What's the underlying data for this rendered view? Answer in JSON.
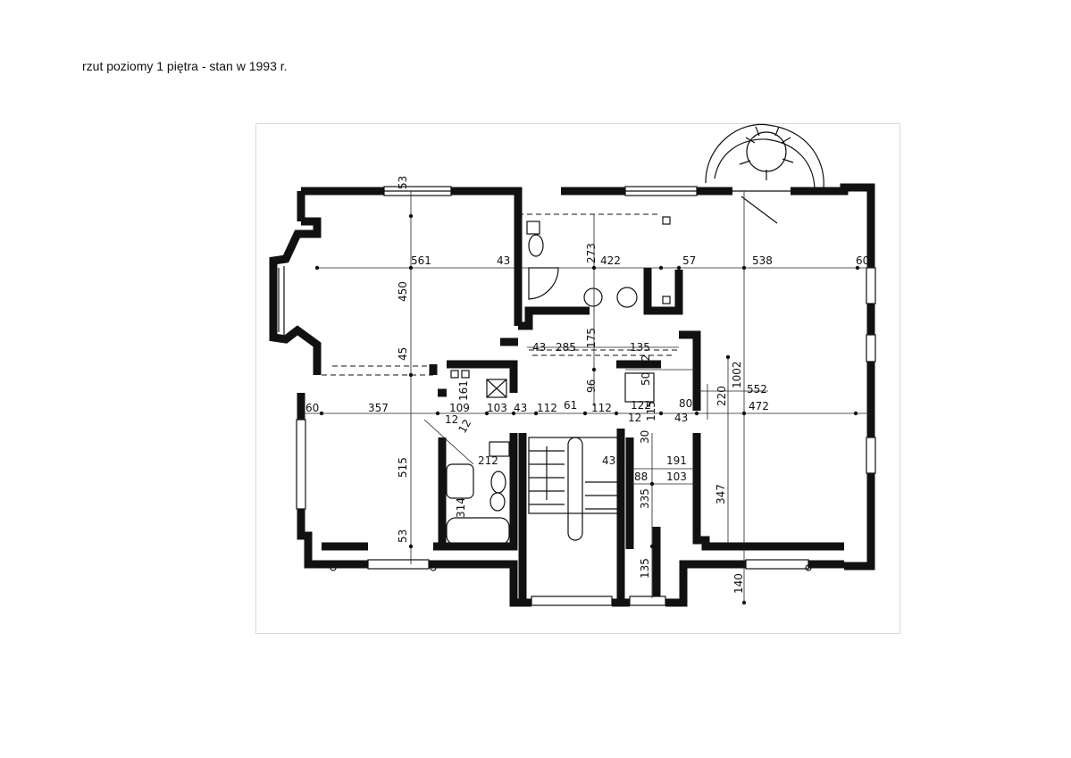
{
  "caption": "rzut poziomy 1 piętra - stan w 1993 r.",
  "dimensions": {
    "d_53_top": "53",
    "d_561": "561",
    "d_43_a": "43",
    "d_273": "273",
    "d_422": "422",
    "d_57": "57",
    "d_538": "538",
    "d_60_right": "60",
    "d_450": "450",
    "d_43_b": "43",
    "d_285": "285",
    "d_175": "175",
    "d_135_a": "135",
    "d_45": "45",
    "d_96": "96",
    "d_50": "50",
    "d_12_a": "12",
    "d_220": "220",
    "d_1002": "1002",
    "d_552": "552",
    "d_60_left": "60",
    "d_357": "357",
    "d_161": "161",
    "d_109": "109",
    "d_103_a": "103",
    "d_43_c": "43",
    "d_112_a": "112",
    "d_61": "61",
    "d_112_b": "112",
    "d_122": "122",
    "d_80": "80",
    "d_472": "472",
    "d_12_b": "12",
    "d_12_c": "12",
    "d_115": "115",
    "d_43_d": "43",
    "d_12_d": "12",
    "d_30": "30",
    "d_515": "515",
    "d_212": "212",
    "d_43_e": "43",
    "d_191": "191",
    "d_88": "88",
    "d_103_b": "103",
    "d_335": "335",
    "d_347": "347",
    "d_314": "314",
    "d_53_bottom": "53",
    "d_135_b": "135",
    "d_140": "140"
  }
}
